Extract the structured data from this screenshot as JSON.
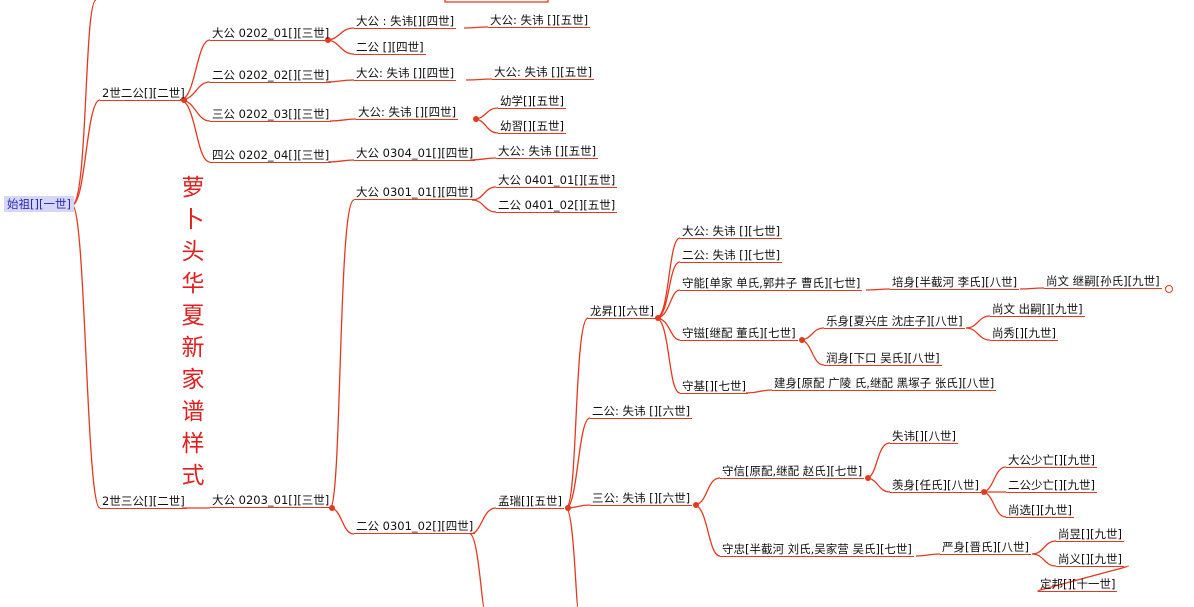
{
  "title": "萝卜头华夏新家谱样式",
  "colors": {
    "branch": "#e3391f",
    "title": "#e02020",
    "root_bg": "#d6d6f6",
    "root_text": "#2a2ab8"
  },
  "nodes": {
    "root": "始祖[][一世]",
    "g2_2": "2世二公[][二世]",
    "g2_3": "2世三公[][二世]",
    "n0202_01": "大公 0202_01[][三世]",
    "n0202_02": "二公 0202_02[][三世]",
    "n0202_03": "三公  0202_03[][三世]",
    "n0202_04": "四公 0202_04[][三世]",
    "n0203_01": "大公 0203_01[][三世]",
    "a1": "大公  : 失讳[][四世]",
    "a2": "二公   [][四世]",
    "a3": "大公: 失讳     [][四世]",
    "a4": "大公: 失讳      [][四世]",
    "a5": "大公 0304_01[][四世]",
    "b1": "大公: 失讳   [][五世]",
    "b2": "大公: 失讳     [][五世]",
    "b3": "幼学[][五世]",
    "b4": "幼習[][五世]",
    "b5": "大公: 失讳        [][五世]",
    "n0301_01": "大公 0301_01[][四世]",
    "n0301_02": "二公 0301_02[][四世]",
    "n0401_01": "大公 0401_01[][五世]",
    "n0401_02": "二公 0401_02[][五世]",
    "mengrui": "孟瑞[][五世]",
    "longsheng": "龙昇[][六世]",
    "er6": "二公: 失讳     [][六世]",
    "san6": "三公: 失讳  [][六世]",
    "da7": "大公: 失讳          [][七世]",
    "er7": "二公: 失讳     [][七世]",
    "shouneng": "守能[单家 单氏,郭井子 曹氏][七世]",
    "shouzi": "守镃[继配 董氏][七世]",
    "shouji": "守基[][七世]",
    "peishen": "培身[半截河 李氏][八世]",
    "shangwen1": "尚文 继嗣[孙氏][九世]",
    "leshen": "乐身[夏兴庄 沈庄子][八世]",
    "runshen": "润身[下口  吴氏][八世]",
    "jianshen": "建身[原配 广陵  氏,继配  黑塚子 张氏][八世]",
    "shangwen2": "尚文  出嗣[][九世]",
    "shangxiu": "尚秀[][九世]",
    "shouxin": "守信[原配,继配 赵氏][七世]",
    "shouzhong": "守忠[半截河 刘氏,吴家营 吴氏][七世]",
    "shihui": "失讳[][八世]",
    "xianshen": "羡身[任氏][八世]",
    "yanshen": "严身[晋氏][八世]",
    "dgsw": "大公少亡[][九世]",
    "egsw": "二公少亡[][九世]",
    "shangxuan": "尚选[][九世]",
    "shangyu": "尚昱[][九世]",
    "shangyi": "尚义[][九世]",
    "dingbang": "定邦[][十一世]"
  }
}
